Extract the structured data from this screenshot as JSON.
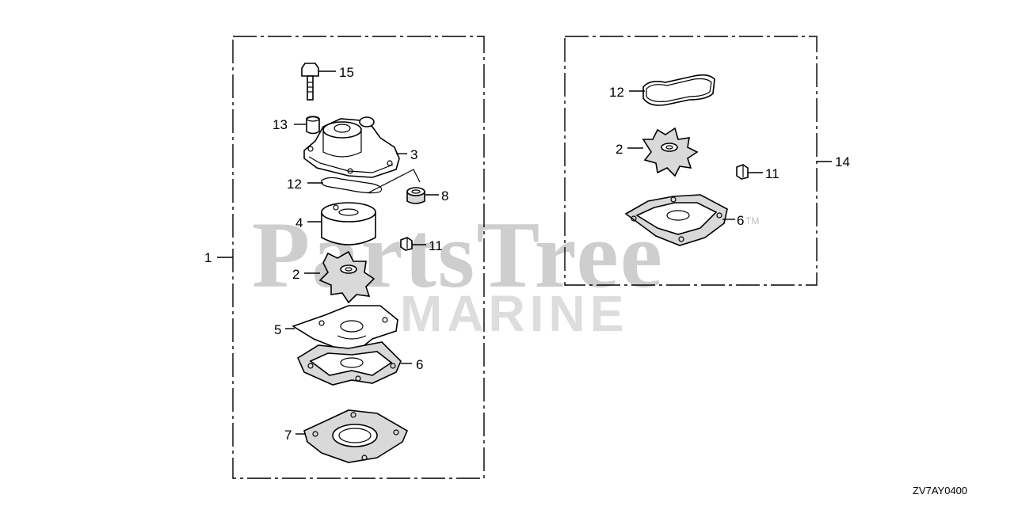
{
  "diagram": {
    "drawing_code": "ZV7AY0400",
    "watermark": {
      "brand_line1": "PartsTree",
      "brand_line2": "MARINE",
      "trademark": "TM"
    },
    "kits": [
      {
        "label": "1"
      },
      {
        "label": "14"
      }
    ],
    "callouts": {
      "k1_p15": "15",
      "k1_p13": "13",
      "k1_p3": "3",
      "k1_p12": "12",
      "k1_p8": "8",
      "k1_p4": "4",
      "k1_p11": "11",
      "k1_p2": "2",
      "k1_p5": "5",
      "k1_p6": "6",
      "k1_p7": "7",
      "k14_p12": "12",
      "k14_p2": "2",
      "k14_p11": "11",
      "k14_p6": "6"
    }
  }
}
